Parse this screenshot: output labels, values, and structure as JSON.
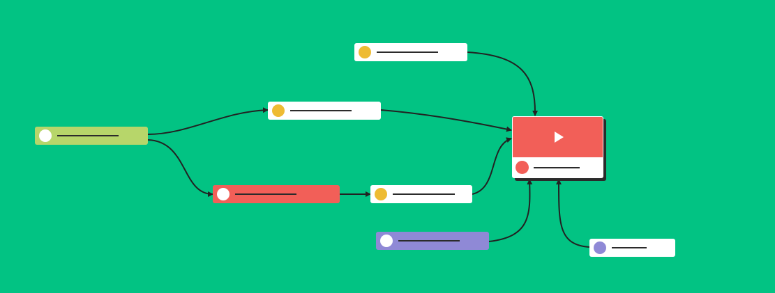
{
  "colors": {
    "background": "#02c383",
    "connector": "#222222",
    "white": "#ffffff",
    "yellow": "#eebb33",
    "red": "#f25f58",
    "green": "#b7d66a",
    "purple": "#8f89d6"
  },
  "icons": {
    "video": "play-icon",
    "arrow": "arrowhead-icon"
  },
  "diagram": {
    "nodes": [
      {
        "id": "green-source",
        "color": "green",
        "dot": "white"
      },
      {
        "id": "top-yellow",
        "color": "white",
        "dot": "yellow"
      },
      {
        "id": "middle-yellow",
        "color": "white",
        "dot": "yellow"
      },
      {
        "id": "red-step",
        "color": "red",
        "dot": "white"
      },
      {
        "id": "bottom-yellow",
        "color": "white",
        "dot": "yellow"
      },
      {
        "id": "purple-source",
        "color": "purple",
        "dot": "white"
      },
      {
        "id": "lower-purple",
        "color": "white",
        "dot": "purple"
      }
    ],
    "target": {
      "id": "video",
      "thumb": "red",
      "dot": "red"
    },
    "edges": [
      {
        "from": "green-source",
        "to": "middle-yellow"
      },
      {
        "from": "green-source",
        "to": "red-step"
      },
      {
        "from": "red-step",
        "to": "bottom-yellow"
      },
      {
        "from": "top-yellow",
        "to": "video"
      },
      {
        "from": "middle-yellow",
        "to": "video"
      },
      {
        "from": "bottom-yellow",
        "to": "video"
      },
      {
        "from": "purple-source",
        "to": "video"
      },
      {
        "from": "lower-purple",
        "to": "video"
      }
    ]
  }
}
